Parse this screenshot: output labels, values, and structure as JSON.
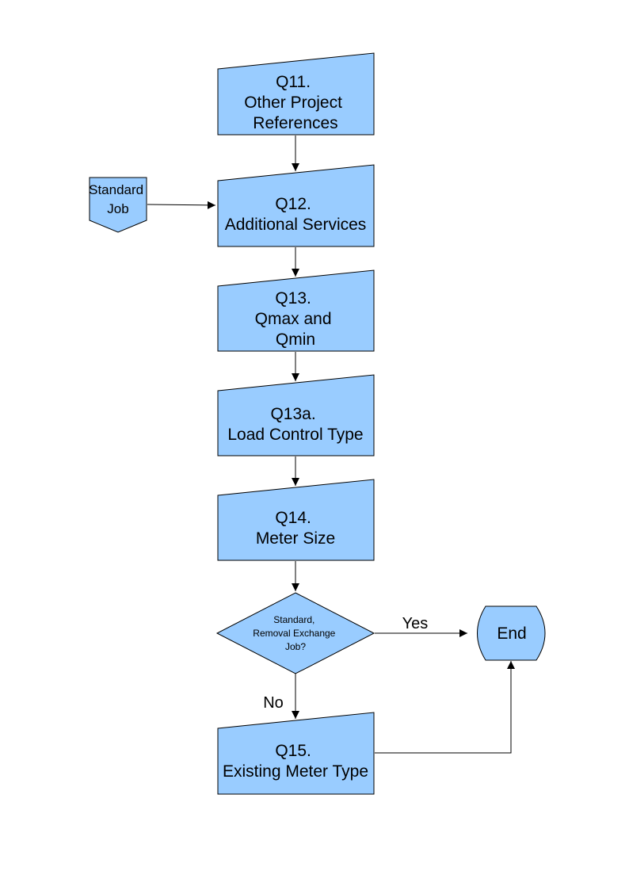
{
  "nodes": {
    "q11": {
      "lines": [
        "Q11.",
        "Other Project",
        "References"
      ]
    },
    "q12": {
      "lines": [
        "Q12.",
        "Additional Services"
      ]
    },
    "q13": {
      "lines": [
        "Q13.",
        "Qmax and",
        "Qmin"
      ]
    },
    "q13a": {
      "lines": [
        "Q13a.",
        "Load Control Type"
      ]
    },
    "q14": {
      "lines": [
        "Q14.",
        "Meter Size"
      ]
    },
    "decision": {
      "lines": [
        "Standard,",
        "Removal Exchange",
        "Job?"
      ]
    },
    "q15": {
      "lines": [
        "Q15.",
        "Existing Meter Type"
      ]
    },
    "standard_job": {
      "lines": [
        "Standard",
        "Job"
      ]
    },
    "end": {
      "label": "End"
    }
  },
  "edges": {
    "yes_label": "Yes",
    "no_label": "No"
  },
  "colors": {
    "shape_fill": "#99ccff",
    "stroke": "#000000"
  }
}
